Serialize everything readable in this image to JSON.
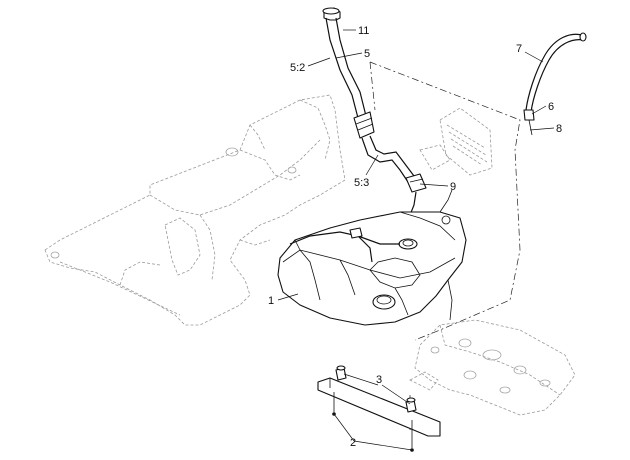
{
  "callouts": {
    "c11": "11",
    "c5": "5",
    "c52": "5:2",
    "c53": "5:3",
    "c7": "7",
    "c6": "6",
    "c8": "8",
    "c9": "9",
    "c1": "1",
    "c3": "3",
    "c2": "2"
  }
}
